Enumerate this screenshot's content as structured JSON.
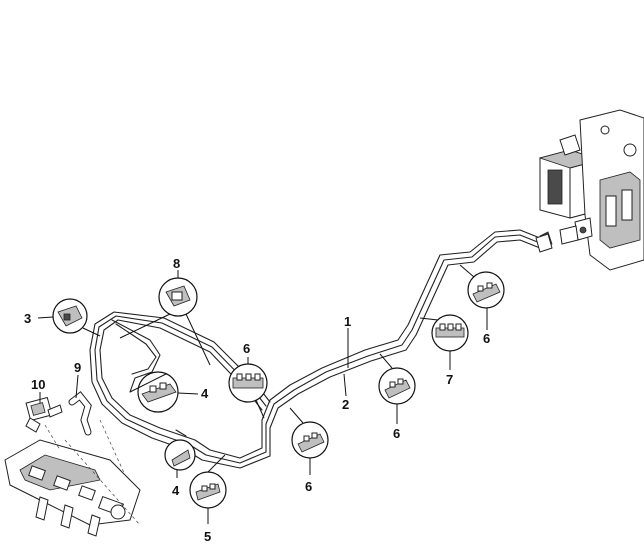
{
  "callouts": [
    {
      "id": "c1",
      "label": "1"
    },
    {
      "id": "c2",
      "label": "2"
    },
    {
      "id": "c3",
      "label": "3"
    },
    {
      "id": "c4a",
      "label": "4"
    },
    {
      "id": "c4b",
      "label": "4"
    },
    {
      "id": "c5",
      "label": "5"
    },
    {
      "id": "c6a",
      "label": "6"
    },
    {
      "id": "c6b",
      "label": "6"
    },
    {
      "id": "c6c",
      "label": "6"
    },
    {
      "id": "c6d",
      "label": "6"
    },
    {
      "id": "c7",
      "label": "7"
    },
    {
      "id": "c8",
      "label": "8"
    },
    {
      "id": "c9",
      "label": "9"
    },
    {
      "id": "c10",
      "label": "10"
    }
  ]
}
